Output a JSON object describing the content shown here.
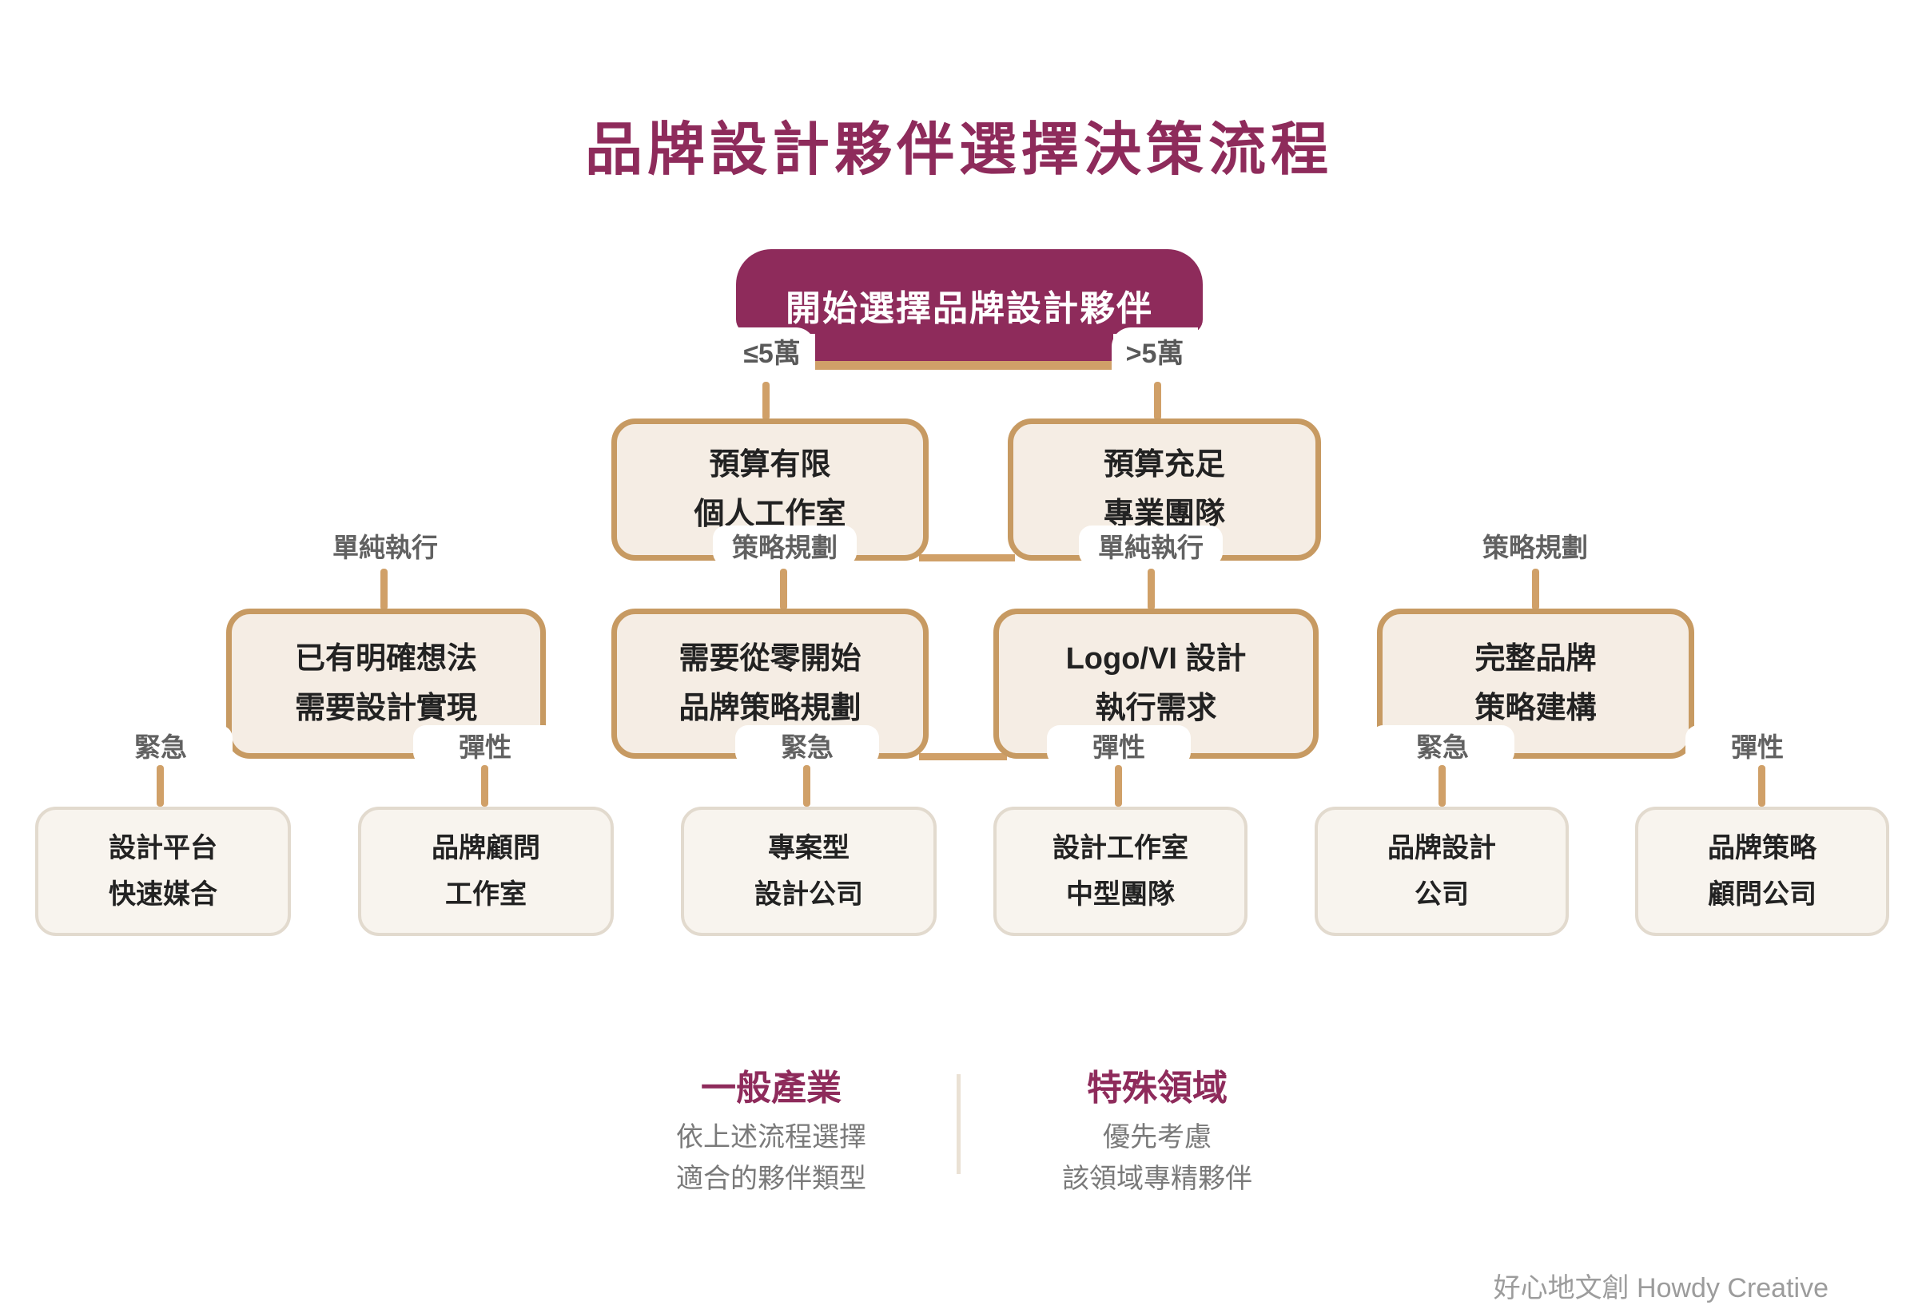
{
  "title": "品牌設計夥伴選擇決策流程",
  "root": {
    "label": "開始選擇品牌設計夥伴"
  },
  "branches": [
    {
      "label": "≤5萬"
    },
    {
      "label": ">5萬"
    }
  ],
  "level2": [
    {
      "line1": "預算有限",
      "line2": "個人工作室"
    },
    {
      "line1": "預算充足",
      "line2": "專業團隊"
    }
  ],
  "mid_edges": [
    {
      "label": "單純執行"
    },
    {
      "label": "策略規劃"
    },
    {
      "label": "單純執行"
    },
    {
      "label": "策略規劃"
    }
  ],
  "level3": [
    {
      "line1": "已有明確想法",
      "line2": "需要設計實現"
    },
    {
      "line1": "需要從零開始",
      "line2": "品牌策略規劃"
    },
    {
      "line1": "Logo/VI 設計",
      "line2": "執行需求"
    },
    {
      "line1": "完整品牌",
      "line2": "策略建構"
    }
  ],
  "leaf_edges": [
    {
      "label": "緊急"
    },
    {
      "label": "彈性"
    },
    {
      "label": "緊急"
    },
    {
      "label": "彈性"
    },
    {
      "label": "緊急"
    },
    {
      "label": "彈性"
    }
  ],
  "leaves": [
    {
      "line1": "設計平台",
      "line2": "快速媒合"
    },
    {
      "line1": "品牌顧問",
      "line2": "工作室"
    },
    {
      "line1": "專案型",
      "line2": "設計公司"
    },
    {
      "line1": "設計工作室",
      "line2": "中型團隊"
    },
    {
      "line1": "品牌設計",
      "line2": "公司"
    },
    {
      "line1": "品牌策略",
      "line2": "顧問公司"
    }
  ],
  "notes": [
    {
      "heading": "一般產業",
      "line1": "依上述流程選擇",
      "line2": "適合的夥伴類型"
    },
    {
      "heading": "特殊領域",
      "line1": "優先考慮",
      "line2": "該領域專精夥伴"
    }
  ],
  "footer": {
    "credit": "好心地文創 Howdy Creative"
  },
  "colors": {
    "berry": "#8E2B5B",
    "connector": "#D0A068",
    "box_border": "#C79A62",
    "box_fill": "#F5EDE4",
    "leaf_border": "#E2DACE",
    "leaf_fill": "#F8F4EE",
    "label_gray": "#616161"
  }
}
